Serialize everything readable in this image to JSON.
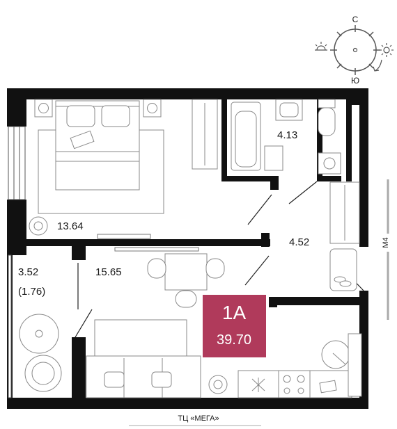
{
  "apartment": {
    "type": "1А",
    "total_area": "39.70",
    "badge_color": "#b03a5b"
  },
  "rooms": {
    "bedroom": "13.64",
    "bathroom": "4.13",
    "hallway": "4.52",
    "living_kitchen": "15.65",
    "balcony_area": "3.52",
    "balcony_reduced": "(1.76)"
  },
  "compass": {
    "north": "С",
    "south": "Ю"
  },
  "labels": {
    "side_road": "М4",
    "bottom_landmark": "ТЦ «МЕГА»"
  },
  "colors": {
    "wall": "#111111",
    "furniture": "#888888",
    "accent": "#b03a5b"
  }
}
